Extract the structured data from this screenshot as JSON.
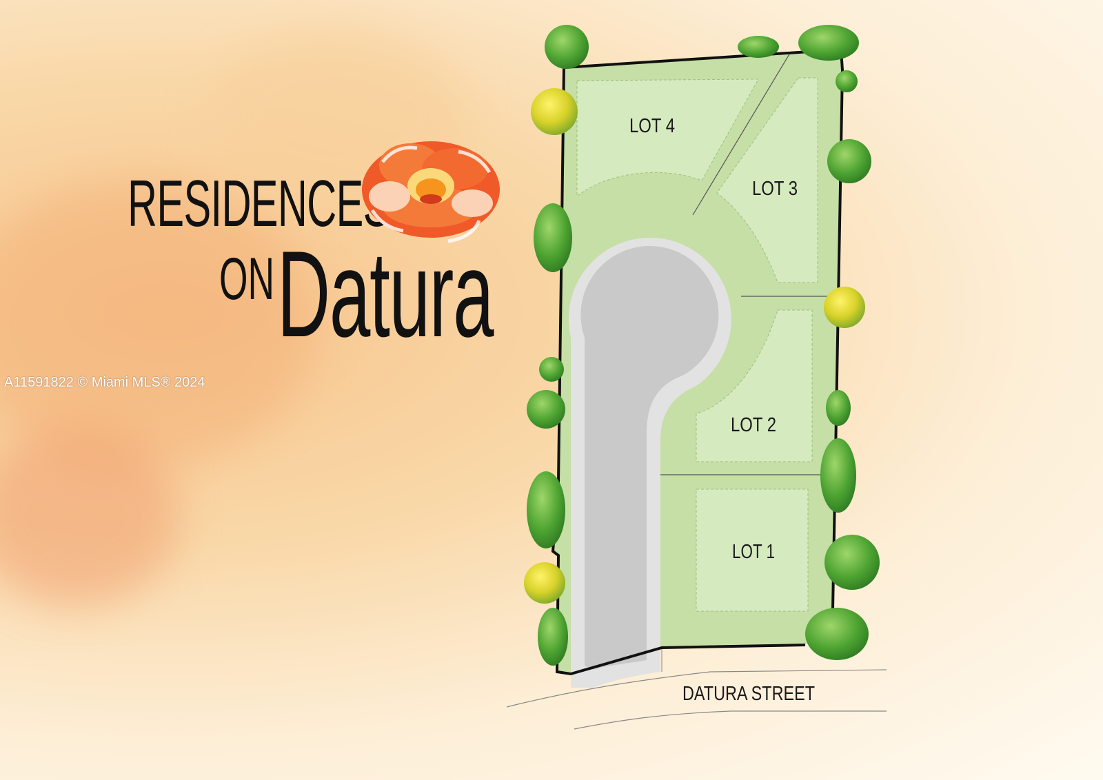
{
  "brand": {
    "line1": "RESIDENCES",
    "line2": "ON",
    "line3": "Datura",
    "logo_icon": "datura-flower-icon",
    "accent_color": "#f05a28"
  },
  "watermark": "A11591822 © Miami MLS® 2024",
  "site_plan": {
    "lots": [
      {
        "label": "LOT 4"
      },
      {
        "label": "LOT 3"
      },
      {
        "label": "LOT 2"
      },
      {
        "label": "LOT 1"
      }
    ],
    "street": "DATURA STREET",
    "lawn_color": "#c5dfa6",
    "road_color": "#c9c9c9",
    "tree_icon": "tree-icon"
  }
}
